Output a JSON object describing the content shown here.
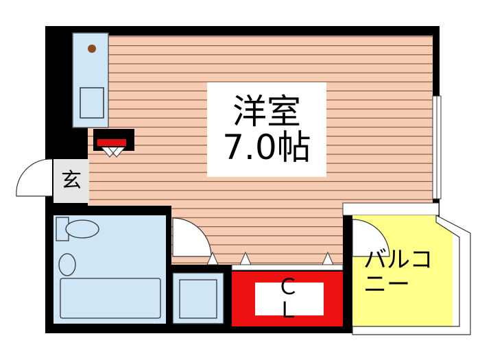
{
  "rooms": {
    "western_room_name": "洋室",
    "western_room_size": "7.0帖",
    "entrance": "玄",
    "closet": "ＣＬ",
    "balcony_line1": "バルコ",
    "balcony_line2": "ニー"
  },
  "colors": {
    "wall": "#000000",
    "floor_wood": "#f6cdb4",
    "floor_lines": "#8a5a3c",
    "wet_area": "#cfe6f7",
    "closet": "#ee1111",
    "balcony": "#ffff8a",
    "entrance_floor": "#dcdcdc"
  }
}
